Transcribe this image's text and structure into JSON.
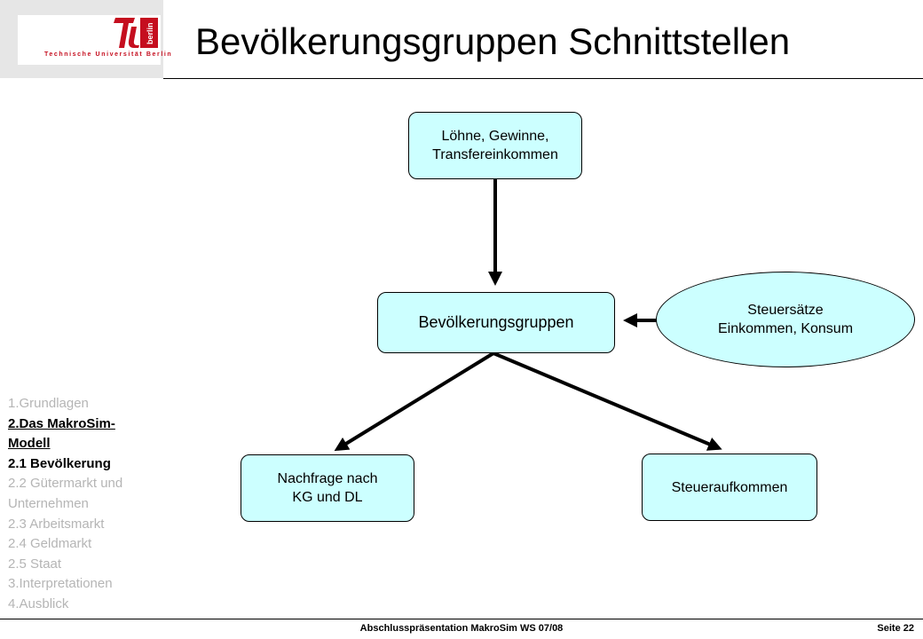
{
  "logo": {
    "subtitle": "Technische Universität Berlin",
    "badge": "berlin"
  },
  "title": "Bevölkerungsgruppen Schnittstellen",
  "diagram": {
    "top_box": "Löhne, Gewinne,\nTransfereinkommen",
    "center_box": "Bevölkerungsgruppen",
    "right_ellipse": "Steuersätze\nEinkommen, Konsum",
    "left_bottom_box": "Nachfrage nach\nKG und DL",
    "right_bottom_box": "Steueraufkommen"
  },
  "nav": [
    {
      "label": "1.Grundlagen",
      "state": "inactive"
    },
    {
      "label": "2.Das MakroSim-",
      "state": "current"
    },
    {
      "label": "Modell",
      "state": "current"
    },
    {
      "label": "2.1 Bevölkerung",
      "state": "active"
    },
    {
      "label": "2.2 Gütermarkt und",
      "state": "inactive"
    },
    {
      "label": "Unternehmen",
      "state": "inactive"
    },
    {
      "label": "2.3 Arbeitsmarkt",
      "state": "inactive"
    },
    {
      "label": "2.4 Geldmarkt",
      "state": "inactive"
    },
    {
      "label": "2.5 Staat",
      "state": "inactive"
    },
    {
      "label": "3.Interpretationen",
      "state": "inactive"
    },
    {
      "label": "4.Ausblick",
      "state": "inactive"
    }
  ],
  "footer": {
    "text": "Abschlusspräsentation MakroSim WS 07/08",
    "page": "Seite 22"
  }
}
